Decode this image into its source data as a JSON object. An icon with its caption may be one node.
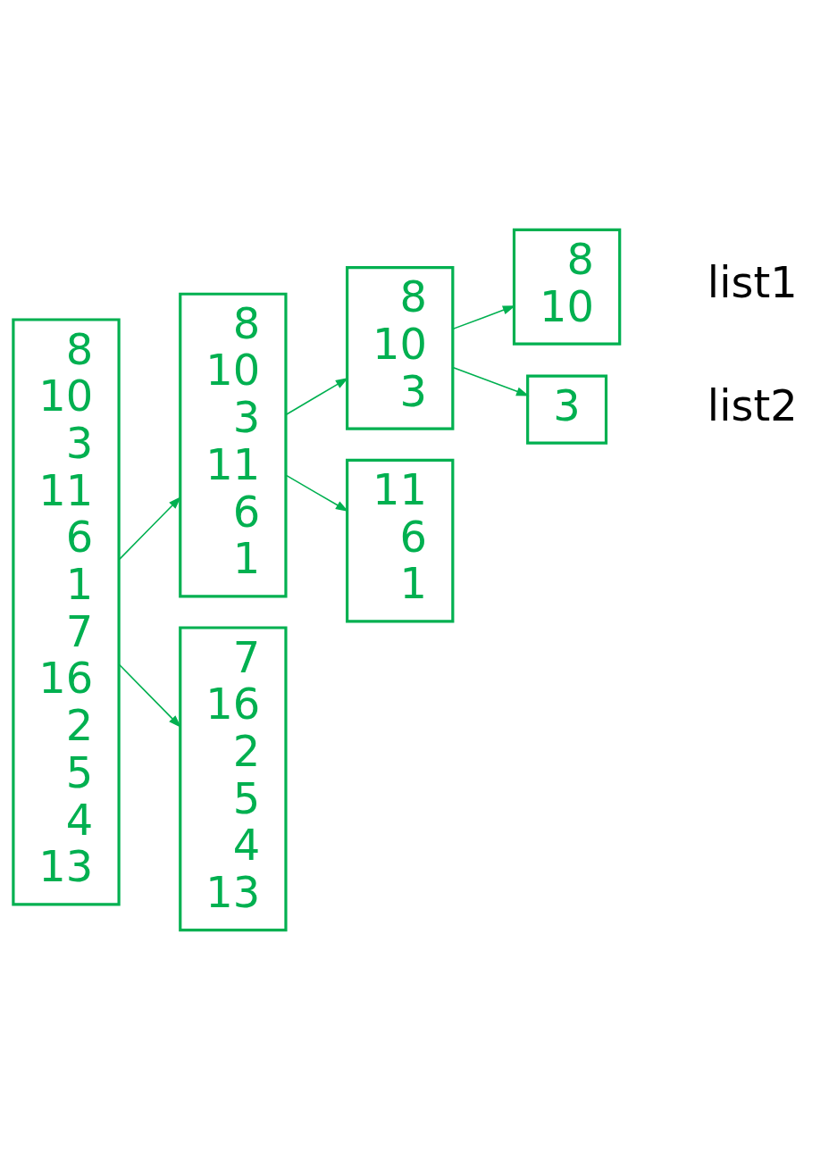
{
  "diagram": {
    "nodes": [
      {
        "text": [
          "8",
          "10",
          "3",
          "11",
          "6",
          "1",
          "7",
          "16",
          "2",
          "5",
          "4",
          "13"
        ]
      },
      {
        "text": [
          "8",
          "10",
          "3",
          "11",
          "6",
          "1"
        ]
      },
      {
        "text": [
          "7",
          "16",
          "2",
          "5",
          "4",
          "13"
        ]
      },
      {
        "text": [
          "8",
          "10",
          "3"
        ]
      },
      {
        "text": [
          "11",
          "6",
          "1"
        ]
      },
      {
        "text": [
          "8",
          "10"
        ],
        "beside": [
          "list1"
        ]
      },
      {
        "text": [
          "3"
        ],
        "beside": [
          "list2"
        ]
      }
    ],
    "edges": [
      {
        "from": 0,
        "to": 1,
        "arrow": "to"
      },
      {
        "from": 0,
        "to": 2,
        "arrow": "to"
      },
      {
        "from": 1,
        "to": 3,
        "arrow": "to"
      },
      {
        "from": 1,
        "to": 4,
        "arrow": "to"
      },
      {
        "from": 3,
        "to": 5,
        "arrow": "to"
      },
      {
        "from": 3,
        "to": 6,
        "arrow": "to"
      }
    ]
  }
}
